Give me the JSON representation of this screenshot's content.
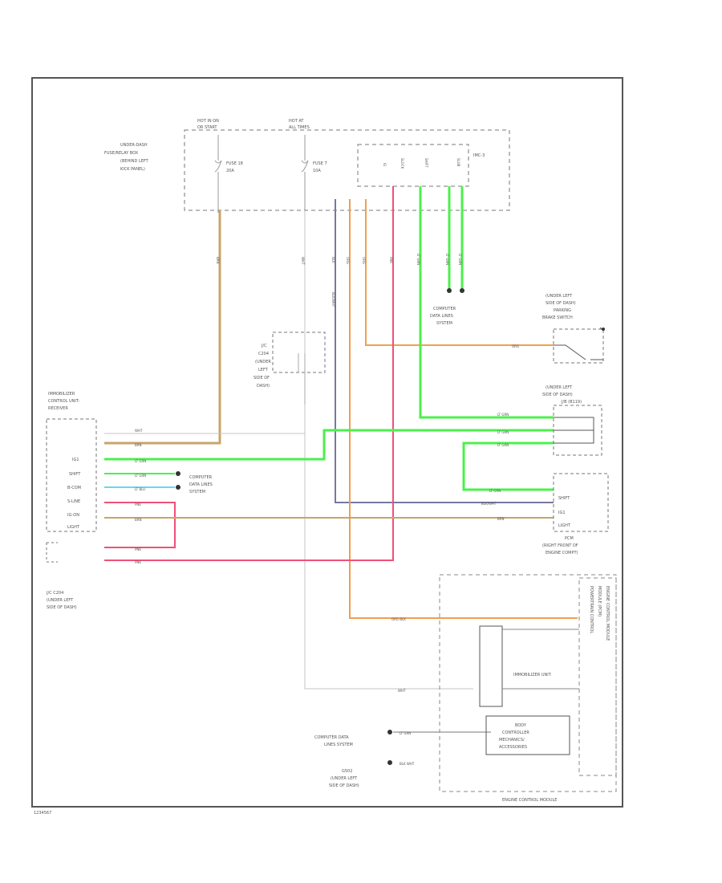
{
  "power": {
    "hot_run": [
      "HOT IN ON",
      "OR START"
    ],
    "hot_all": [
      "HOT AT",
      "ALL TIMES"
    ]
  },
  "fuse_box": {
    "label": [
      "UNDER-DASH",
      "FUSE/RELAY BOX",
      "(BEHIND LEFT",
      "KICK PANEL)"
    ],
    "fuse1": [
      "FUSE 18",
      "20A"
    ],
    "fuse2": [
      "FUSE 7",
      "10A"
    ],
    "connector": "IMC-3",
    "pins": [
      "IG",
      "SLOCK",
      "SHIFT",
      "SLUB"
    ]
  },
  "wires": {
    "brn_vert": "BRN",
    "wht_vert": "WHT",
    "blk_vert": "BLK",
    "org_vert": "ORG",
    "pnk_vert": "PNK",
    "ltgrn_vert": "LT GRN",
    "grn_top": "GRN",
    "ltgrn_pair": [
      "LT GRN",
      "LT GRN"
    ],
    "blkwht": "BLK/WHT",
    "org_brake": "ORG"
  },
  "labels": {
    "cds_top": [
      "COMPUTER",
      "DATA LINES",
      "SYSTEM"
    ],
    "brake_sw": [
      "(UNDER LEFT",
      "SIDE OF DASH)",
      "PARKING",
      "BRAKE SWITCH"
    ],
    "j_c_left": [
      "J/C",
      "C204",
      "(UNDER",
      "LEFT",
      "SIDE OF",
      "DASH)"
    ],
    "ecu_title": [
      "IMMOBILIZER",
      "CONTROL UNIT-",
      "RECEIVER"
    ],
    "ecu_pins": [
      "IG1",
      "SHIFT",
      "B-COM",
      "S-LINE",
      "IG-ON",
      "LIGHT"
    ],
    "cds_mid": [
      "COMPUTER",
      "DATA LINES",
      "SYSTEM"
    ],
    "jc_bottom": [
      "J/C C204",
      "(UNDER LEFT",
      "SIDE OF DASH)"
    ],
    "jb_right": [
      "(UNDER LEFT",
      "SIDE OF DASH)",
      "J/B (B119)"
    ],
    "conn_right": [
      "SHIFT",
      "IG1",
      "LIGHT"
    ],
    "pcm": [
      "PCM",
      "(RIGHT FRONT OF",
      "ENGINE COMPT)"
    ],
    "immo_unit": "IMMOBILIZER UNIT",
    "body_ctrl": [
      "BODY",
      "CONTROLLER",
      "MECHANICS/",
      "ACCESSORIES"
    ],
    "cds_bottom": [
      "COMPUTER DATA",
      "LINES SYSTEM"
    ],
    "g502": [
      "G502",
      "(UNDER LEFT",
      "SIDE OF DASH)"
    ],
    "ecm": "ENGINE CONTROL MODULE",
    "side_text": [
      "POWERTRAIN CONTROL",
      "MODULE (PCM)",
      "ENGINE CONTROL MODULE"
    ],
    "footer": "1234567"
  },
  "wire_tags": {
    "ecu1": "WHT",
    "ecu2": "BRN",
    "ecu3": "LT GRN",
    "ecu4": "LT GRN",
    "ecu5": "LT BLU",
    "ecu6": "PNK",
    "ecu7": "BRN",
    "ecu8": "PNK",
    "ecu9": "PNK",
    "r1": "LT GRN",
    "r2": "LT GRN",
    "r3": "LT GRN",
    "r4": "LT GRN",
    "r5": "BLK/WHT",
    "r6": "BRN",
    "pcm_org": "ORG BLK",
    "pcm_wht": "WHT",
    "pcm_grn": "LT GRN",
    "g502_wire": "BLK WHT"
  },
  "colors": {
    "brn": "#c8a46a",
    "green": "#4cf04c",
    "pink": "#f05078",
    "orange": "#f0a050",
    "lightblue": "#6ad8f0",
    "gray": "#b0b0b0",
    "slate": "#7878a0",
    "frame": "#555555"
  }
}
